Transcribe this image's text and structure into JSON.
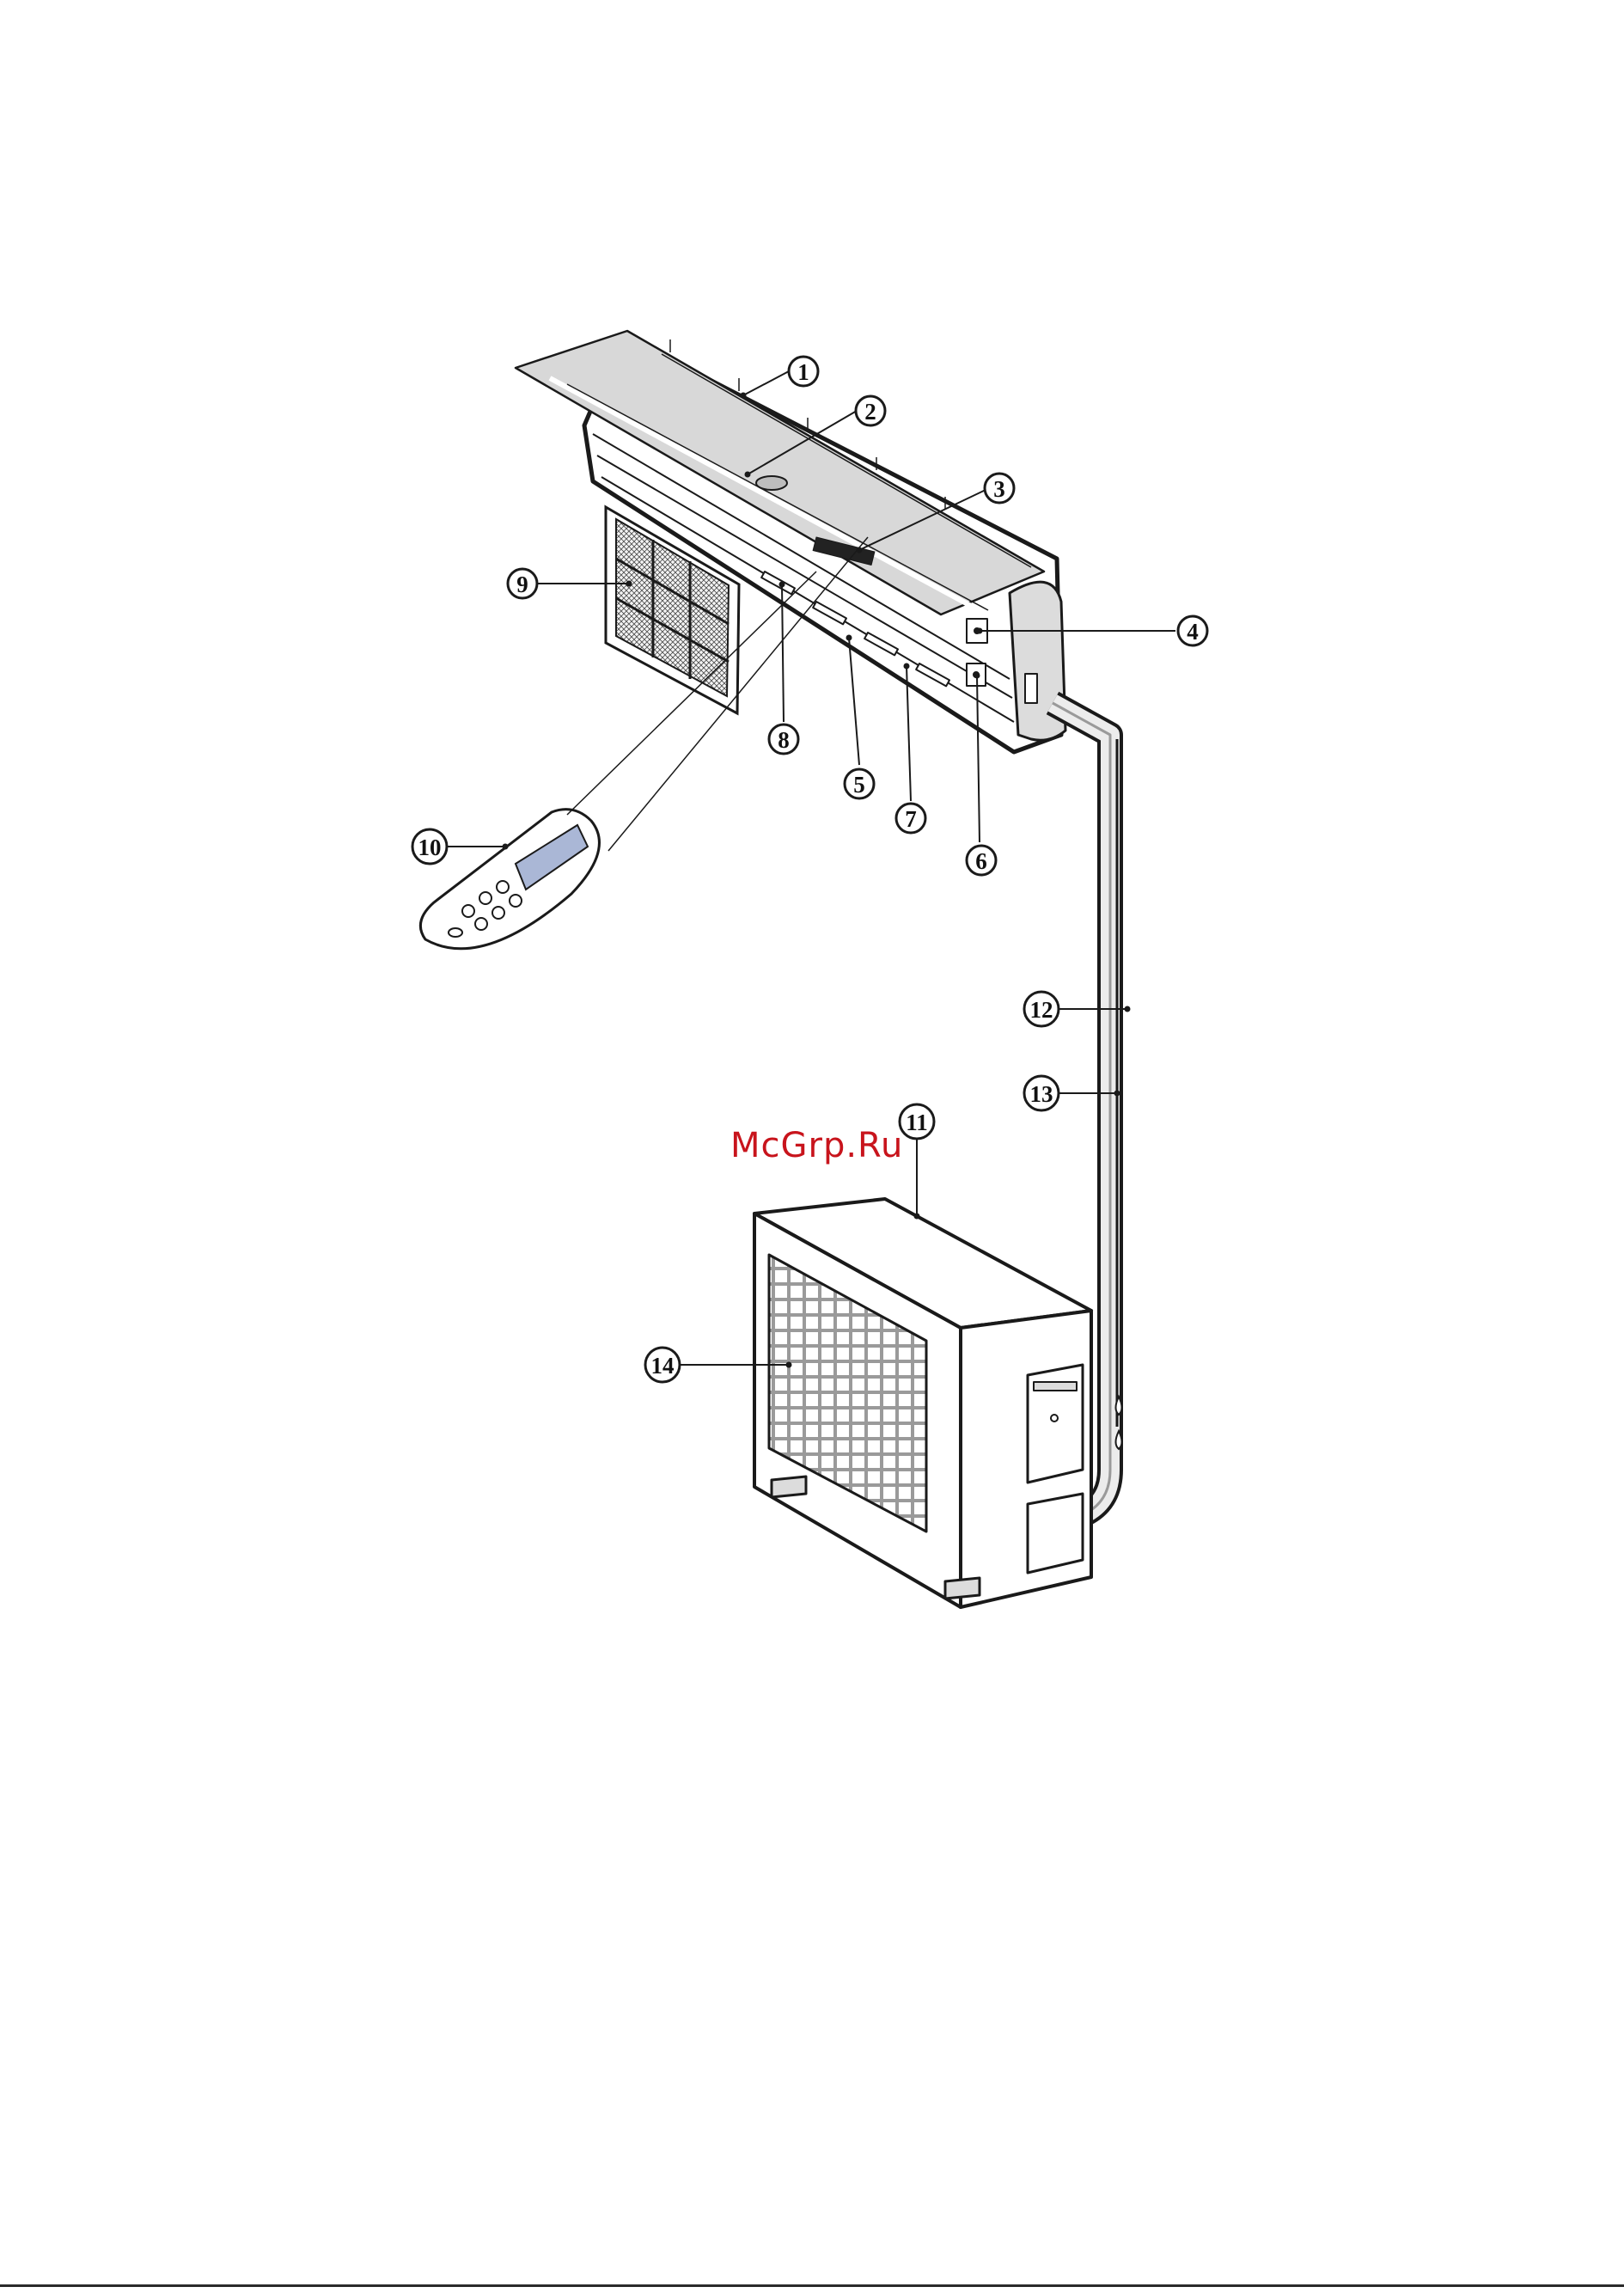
{
  "watermark": "McGrp.Ru",
  "callouts": [
    "1",
    "2",
    "3",
    "4",
    "5",
    "6",
    "7",
    "8",
    "9",
    "10",
    "11",
    "12",
    "13",
    "14"
  ],
  "colors": {
    "line": "#1a1a1a",
    "panel": "#d4d4d4",
    "panel_light": "#ececec",
    "display": "#222222",
    "remote_screen": "#aab7d6",
    "watermark": "#c8141c"
  }
}
